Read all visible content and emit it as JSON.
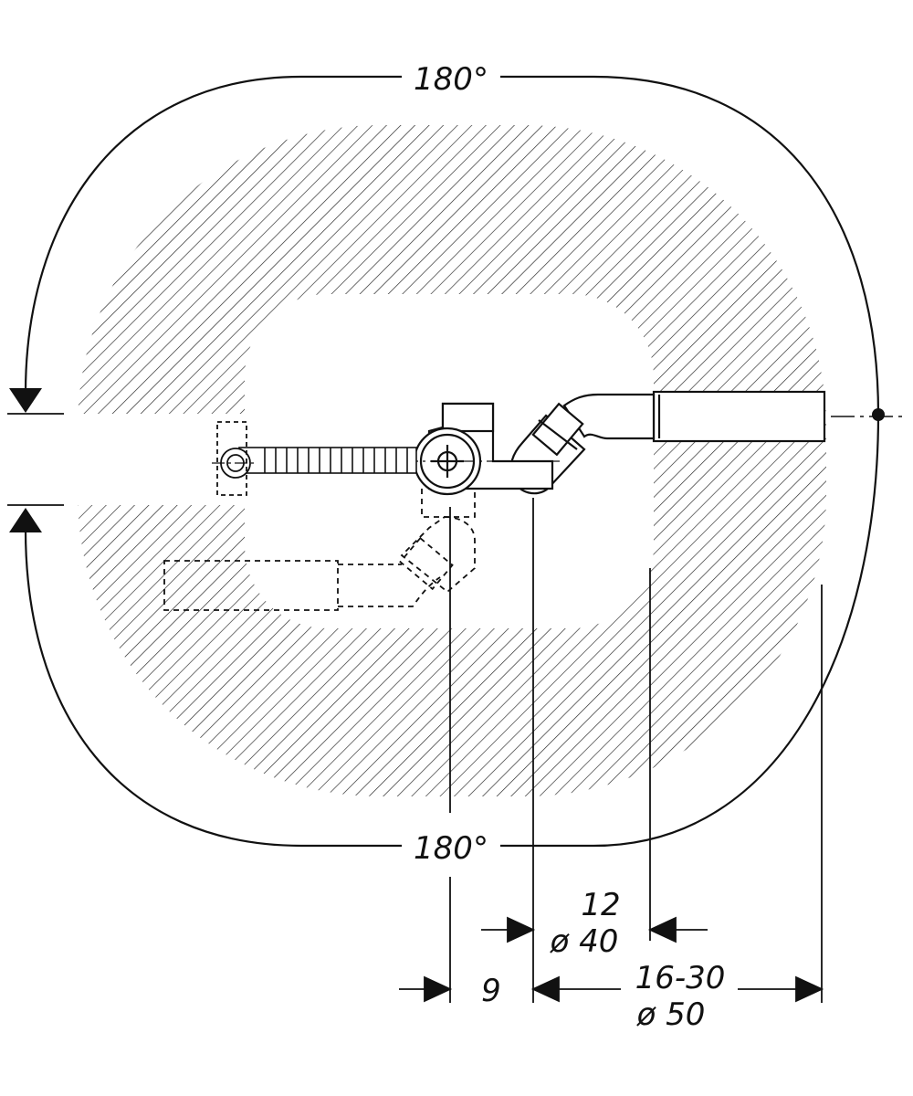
{
  "labels": {
    "rotation_top": "180°",
    "rotation_bottom": "180°",
    "dim_12": "12",
    "dim_dia40": "ø 40",
    "dim_9": "9",
    "dim_16_30": "16-30",
    "dim_dia50": "ø 50"
  },
  "colors": {
    "line": "#111111",
    "background": "#ffffff"
  }
}
